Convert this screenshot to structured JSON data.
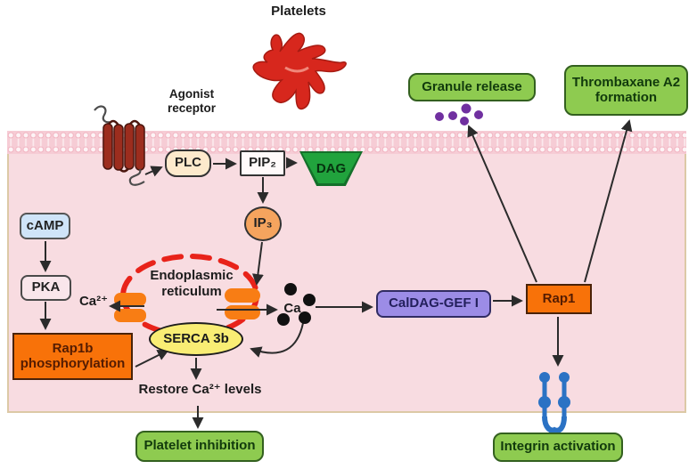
{
  "labels": {
    "platelets": "Platelets",
    "agonist_receptor": "Agonist receptor",
    "plc": "PLC",
    "pip2": "PIP₂",
    "dag": "DAG",
    "ip3": "IP₃",
    "camp": "cAMP",
    "pka": "PKA",
    "rap1b_phos": "Rap1b phosphorylation",
    "ca_left": "Ca²⁺",
    "er": "Endoplasmic reticulum",
    "serca": "SERCA 3b",
    "ca_cytosol": "Ca",
    "caldag": "CalDAG-GEF I",
    "rap1": "Rap1",
    "granule_release": "Granule release",
    "thrombaxane": "Thrombaxane A2 formation",
    "restore_ca": "Restore Ca²⁺ levels",
    "platelet_inhibition": "Platelet inhibition",
    "integrin_activation": "Integrin activation"
  },
  "colors": {
    "cytoplasm": "#f8dce1",
    "membrane_band": "#f6ccd5",
    "green_box": "#8ecb50",
    "green_border": "#33601f",
    "orange_box": "#f87209",
    "purple_box": "#9c8ce6",
    "yellow_ellipse": "#f9ed74",
    "camp_blue": "#cfe4f8",
    "er_dash_red": "#e8231a",
    "platelet_red": "#d7271d",
    "integrin_blue": "#2b72c4",
    "granule_dot_purple": "#7030a0",
    "ip3_orange": "#f5a45e",
    "plc_tan": "#fdeacc",
    "dag_green": "#21a33d"
  }
}
